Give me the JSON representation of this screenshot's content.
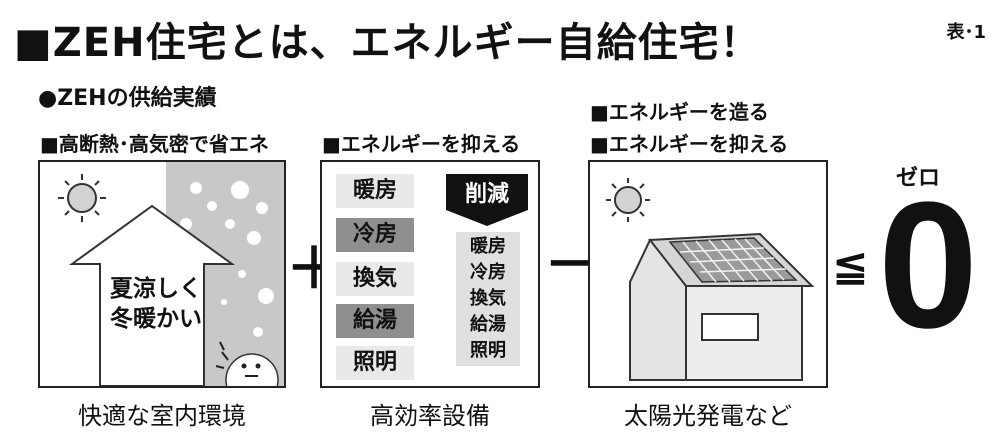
{
  "header": {
    "title": "■ZEH住宅とは、エネルギー自給住宅！",
    "table_no": "表･1"
  },
  "subtitle": "●ZEHの供給実績",
  "sections": {
    "comfort": {
      "label": "■高断熱･高気密で省エネ",
      "house_text_line1": "夏涼しく",
      "house_text_line2": "冬暖かい",
      "caption": "快適な室内環境"
    },
    "efficiency": {
      "label": "■エネルギーを抑える",
      "items": [
        "暖房",
        "冷房",
        "換気",
        "給湯",
        "照明"
      ],
      "reduce_label": "削減",
      "reduced_items": [
        "暖房",
        "冷房",
        "換気",
        "給湯",
        "照明"
      ],
      "caption": "高効率設備"
    },
    "generation": {
      "label_line1": "■エネルギーを造る",
      "label_line2": "■エネルギーを抑える",
      "caption": "太陽光発電など"
    }
  },
  "operators": {
    "plus": "＋",
    "minus": "－",
    "leq": "≦"
  },
  "result": {
    "ruby": "ゼロ",
    "value": "0"
  },
  "colors": {
    "snow_bg": "#c8c8c8",
    "gray_item": "#8f8f8f",
    "dark_arrow": "#111111",
    "light_box": "#e0e0e0"
  }
}
